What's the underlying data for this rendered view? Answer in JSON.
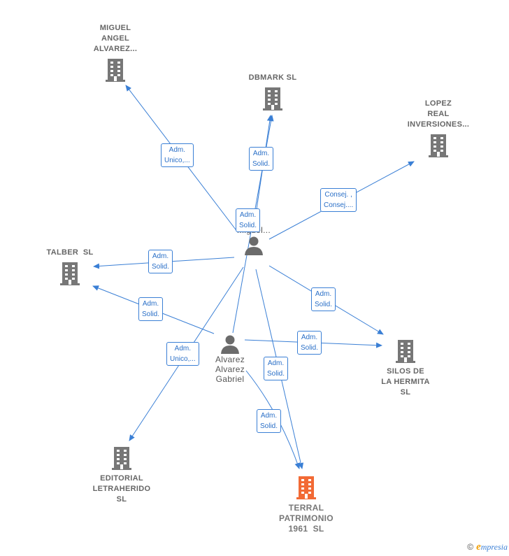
{
  "colors": {
    "edge": "#3a7fd5",
    "building": "#777777",
    "building_main": "#f26a35",
    "person": "#6b6b6b"
  },
  "nodes": {
    "miguel_angel": {
      "lines": [
        "MIGUEL",
        "ANGEL",
        "ALVAREZ..."
      ],
      "icon": "building-icon"
    },
    "dbmark": {
      "lines": [
        "DBMARK SL"
      ],
      "icon": "building-icon"
    },
    "lopez_real": {
      "lines": [
        "LOPEZ",
        "REAL",
        "INVERSIONES..."
      ],
      "icon": "building-icon"
    },
    "talber": {
      "lines": [
        "TALBER  SL"
      ],
      "icon": "building-icon"
    },
    "silos": {
      "lines": [
        "SILOS DE",
        "LA HERMITA",
        "SL"
      ],
      "icon": "building-icon"
    },
    "editorial": {
      "lines": [
        "EDITORIAL",
        "LETRAHERIDO",
        "SL"
      ],
      "icon": "building-icon"
    },
    "terral": {
      "lines": [
        "TERRAL",
        "PATRIMONIO",
        "1961  SL"
      ],
      "icon": "building-icon"
    },
    "person_miguel": {
      "lines": [
        "Miguel..."
      ],
      "icon": "person-icon"
    },
    "person_gabriel": {
      "lines": [
        "Alvarez",
        "Alvarez",
        "Gabriel"
      ],
      "icon": "person-icon"
    }
  },
  "edge_labels": {
    "e1": [
      "Adm.",
      "Unico,..."
    ],
    "e2": [
      "Adm.",
      "Solid."
    ],
    "e3": [
      "Consej. ,",
      "Consej...."
    ],
    "e4": [
      "Adm.",
      "Solid."
    ],
    "e5": [
      "Adm.",
      "Solid."
    ],
    "e6": [
      "Adm.",
      "Solid."
    ],
    "e7": [
      "Adm.",
      "Solid."
    ],
    "e8": [
      "Adm.",
      "Unico,..."
    ],
    "e9": [
      "Adm.",
      "Solid."
    ],
    "e10": [
      "Adm.",
      "Solid."
    ],
    "e11": [
      "Adm.",
      "Solid."
    ]
  },
  "footer": {
    "copyright": "©",
    "brand_e": "e",
    "brand_rest": "mpresia"
  }
}
